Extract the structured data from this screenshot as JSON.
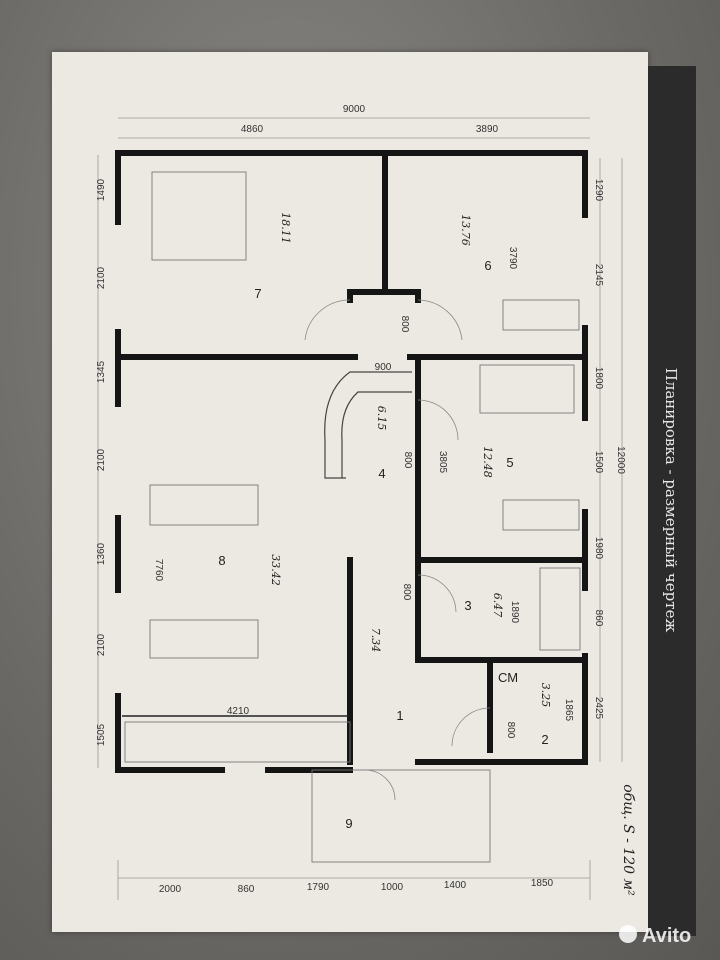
{
  "sheet_title": "Планировка - размерный чертеж",
  "total_area_note": "общ. S - 120 м²",
  "watermark": "Avito",
  "dimensions": {
    "top_total": "9000",
    "top_left": "4860",
    "top_right": "3890",
    "left_1": "1490",
    "left_2": "2100",
    "left_3": "1345",
    "left_4": "2100",
    "left_5": "1360",
    "left_6": "2100",
    "left_7": "1505",
    "right_1": "1290",
    "right_2": "2145",
    "right_3": "1800",
    "right_4": "1500",
    "right_5": "1980",
    "right_6": "860",
    "right_7": "2425",
    "right_total": "12000",
    "bottom_1": "2000",
    "bottom_2": "860",
    "bottom_3": "1790",
    "bottom_4": "1000",
    "bottom_5": "1400",
    "bottom_6": "1850",
    "inner_3790": "3790",
    "inner_3805": "3805",
    "inner_7760": "7760",
    "inner_4210": "4210",
    "inner_1890": "1890",
    "inner_1865": "1865",
    "inner_900": "900",
    "door_800_a": "800",
    "door_800_b": "800",
    "door_800_c": "800",
    "door_800_d": "800"
  },
  "rooms": [
    {
      "number": "7",
      "area": "18.11"
    },
    {
      "number": "6",
      "area": "13.76"
    },
    {
      "number": "5",
      "area": "12.48"
    },
    {
      "number": "4",
      "area": "6.15"
    },
    {
      "number": "8",
      "area": "33.42"
    },
    {
      "number": "3",
      "area": "6.47"
    },
    {
      "number": "1",
      "area": "7.34"
    },
    {
      "number": "2",
      "area": "3.25"
    },
    {
      "number": "9",
      "area": ""
    }
  ],
  "cm_label": "СМ"
}
